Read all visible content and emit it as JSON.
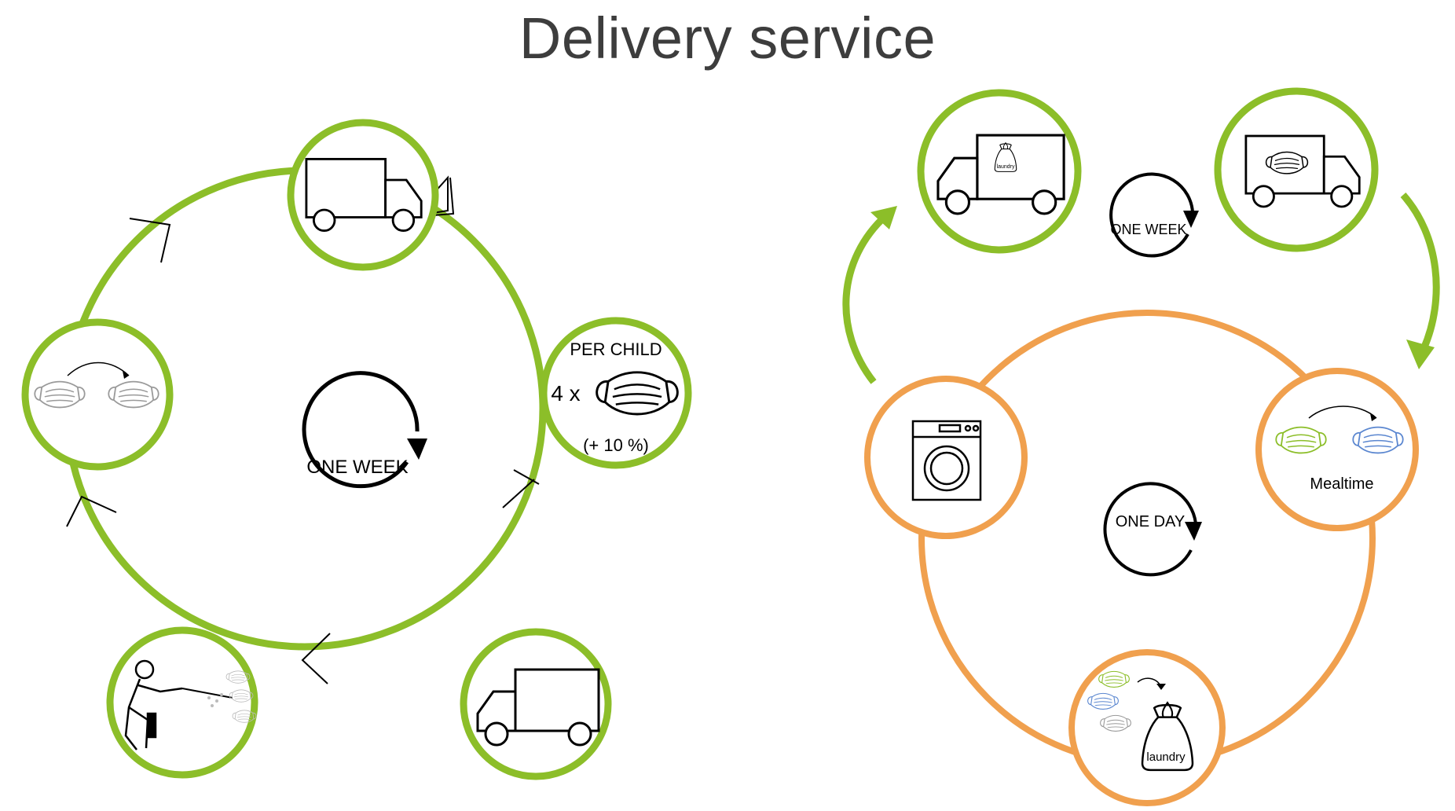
{
  "title": "Delivery service",
  "colors": {
    "green": "#8cbe29",
    "orange": "#f0a04e",
    "ink": "#000000",
    "title": "#3d3d3d",
    "mask_green": "#8cbe29",
    "mask_blue": "#5b87d0",
    "mask_gray": "#9a9a9a"
  },
  "weekly_cycle": {
    "center_label": "ONE WEEK",
    "nodes": [
      {
        "icon": "delivery-truck-icon"
      },
      {
        "icon": "mask-icon",
        "line1": "PER CHILD",
        "multiplier": "4 x",
        "extra": "(+ 10 %)"
      },
      {
        "icon": "delivery-truck-icon"
      },
      {
        "icon": "disinfection-worker-icon"
      },
      {
        "icon": "mask-swap-icon"
      }
    ]
  },
  "laundry_cycle": {
    "week_label": "ONE WEEK",
    "day_label": "ONE DAY",
    "truck_laundry_bag_label": "laundry",
    "mealtime_label": "Mealtime",
    "laundry_bag_label": "laundry"
  }
}
